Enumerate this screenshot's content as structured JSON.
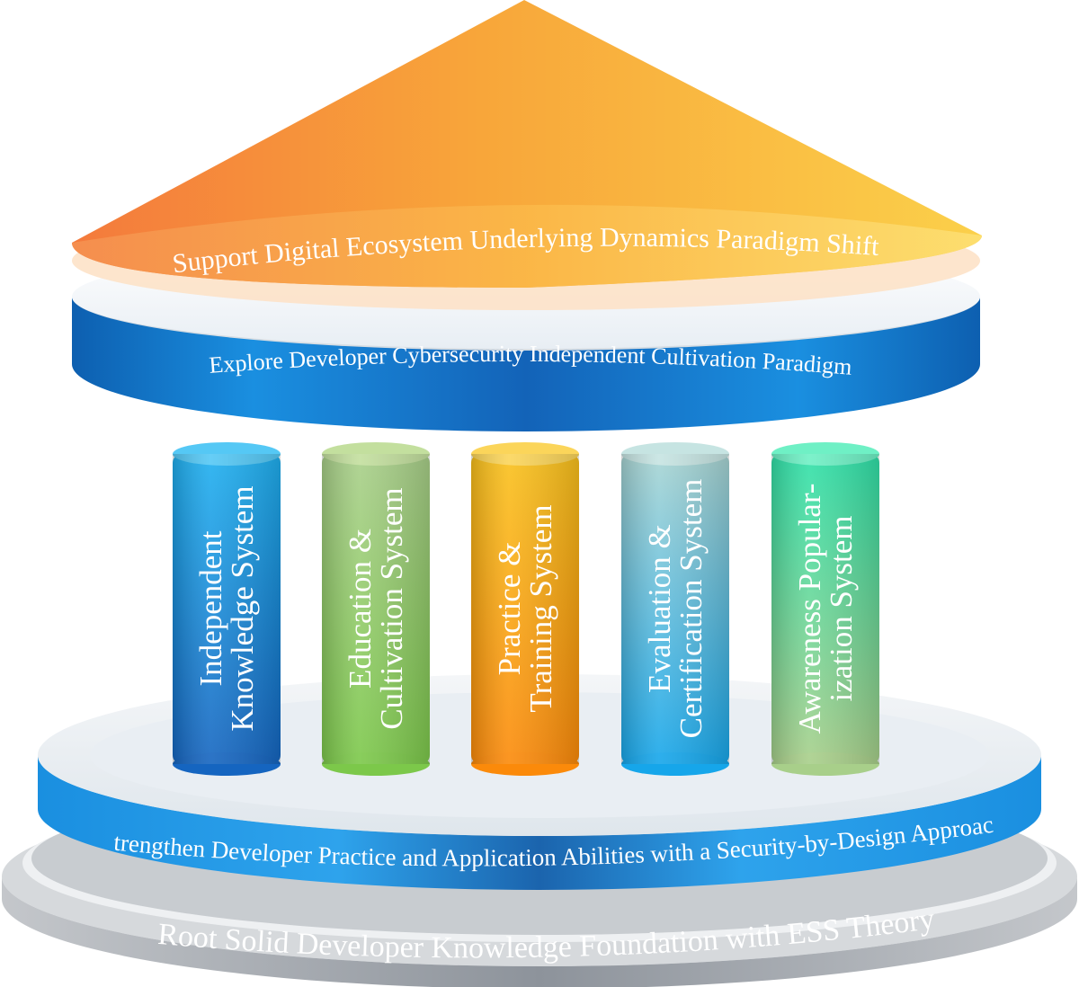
{
  "roof": {
    "label": "Support Digital Ecosystem Underlying Dynamics Paradigm Shift"
  },
  "beam": {
    "label": "Explore Developer Cybersecurity Independent Cultivation Paradigm"
  },
  "pillars": [
    {
      "line1": "Independent",
      "line2": "Knowledge System",
      "color": "#1a8fe0"
    },
    {
      "line1": "Education &",
      "line2": "Cultivation System",
      "color": "#8ec85a"
    },
    {
      "line1": "Practice &",
      "line2": "Training System",
      "color": "#f9a20f"
    },
    {
      "line1": "Evaluation &",
      "line2": "Certification System",
      "color": "#6cc3e6"
    },
    {
      "line1": "Awareness Popular-",
      "line2": "ization System",
      "color": "#5fd59b"
    }
  ],
  "platform": {
    "label": "Strengthen Developer Practice and Application Abilities with a Security-by-Design Approach"
  },
  "base": {
    "label": "Root Solid Developer Knowledge Foundation with ESS Theory"
  }
}
